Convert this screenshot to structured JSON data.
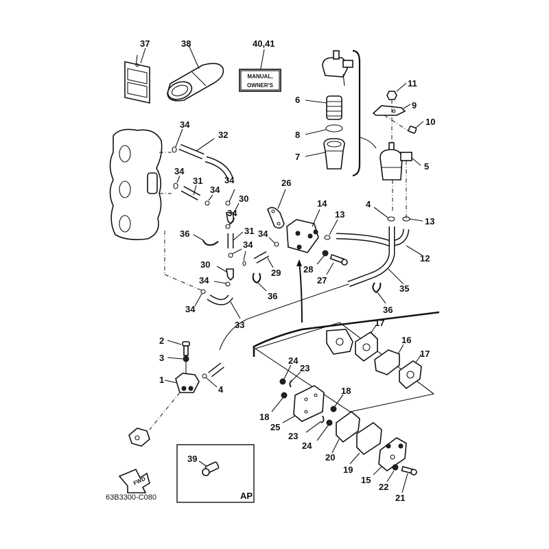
{
  "diagram": {
    "title_code": "63B3300-C080",
    "manual_box": {
      "line1": "MANUAL,",
      "line2": "OWNER'S"
    },
    "fwd_label": "FWD",
    "inset_label": "AP",
    "callouts": {
      "p1": "1",
      "p2": "2",
      "p3": "3",
      "p4a": "4",
      "p4b": "4",
      "p5": "5",
      "p6": "6",
      "p7": "7",
      "p8": "8",
      "p9": "9",
      "p10": "10",
      "p11": "11",
      "p12": "12",
      "p13a": "13",
      "p13b": "13",
      "p14": "14",
      "p15": "15",
      "p16": "16",
      "p17a": "17",
      "p17b": "17",
      "p18a": "18",
      "p18b": "18",
      "p19": "19",
      "p20": "20",
      "p21": "21",
      "p22": "22",
      "p23a": "23",
      "p23b": "23",
      "p24a": "24",
      "p24b": "24",
      "p25": "25",
      "p26": "26",
      "p27": "27",
      "p28": "28",
      "p29": "29",
      "p30a": "30",
      "p30b": "30",
      "p31a": "31",
      "p31b": "31",
      "p32": "32",
      "p33": "33",
      "p34a": "34",
      "p34b": "34",
      "p34c": "34",
      "p34d": "34",
      "p34e": "34",
      "p34f": "34",
      "p34g": "34",
      "p34h": "34",
      "p34i": "34",
      "p35": "35",
      "p36a": "36",
      "p36b": "36",
      "p36c": "36",
      "p37": "37",
      "p38": "38",
      "p39": "39",
      "p40_41": "40,41"
    }
  }
}
